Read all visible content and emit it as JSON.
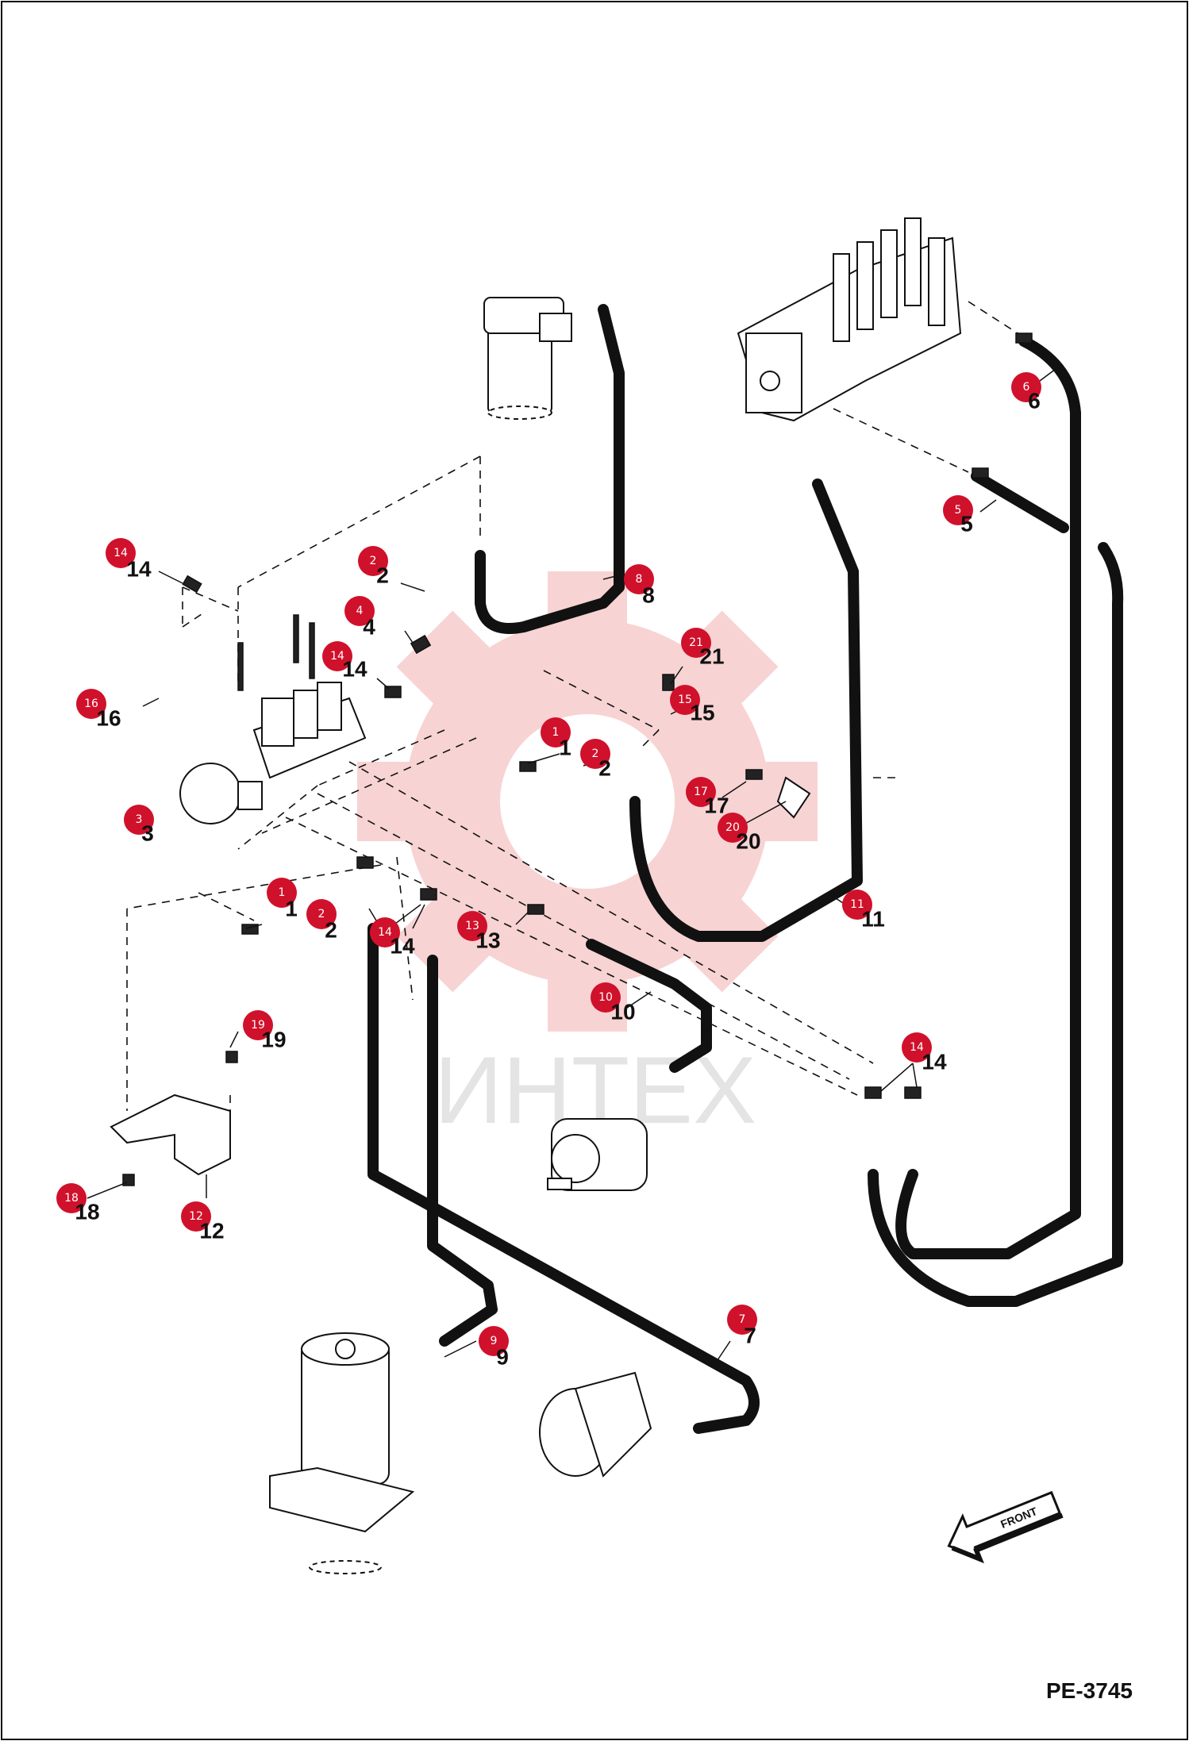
{
  "diagram": {
    "drawing_number": "PE-3745",
    "front_label": "FRONT",
    "watermark": "ИНТЕХ",
    "accent_color": "#d0112b",
    "callouts": [
      {
        "id": "c14a",
        "num": "14",
        "label": "14"
      },
      {
        "id": "c2a",
        "num": "2",
        "label": "2"
      },
      {
        "id": "c4",
        "num": "4",
        "label": "4"
      },
      {
        "id": "c14b",
        "num": "14",
        "label": "14"
      },
      {
        "id": "c16",
        "num": "16",
        "label": "16"
      },
      {
        "id": "c3",
        "num": "3",
        "label": "3"
      },
      {
        "id": "c1a",
        "num": "1",
        "label": "1"
      },
      {
        "id": "c2b",
        "num": "2",
        "label": "2"
      },
      {
        "id": "c1b",
        "num": "1",
        "label": "1"
      },
      {
        "id": "c2c",
        "num": "2",
        "label": "2"
      },
      {
        "id": "c14c",
        "num": "14",
        "label": "14"
      },
      {
        "id": "c13",
        "num": "13",
        "label": "13"
      },
      {
        "id": "c19",
        "num": "19",
        "label": "19"
      },
      {
        "id": "c18",
        "num": "18",
        "label": "18"
      },
      {
        "id": "c12",
        "num": "12",
        "label": "12"
      },
      {
        "id": "c9",
        "num": "9",
        "label": "9"
      },
      {
        "id": "c7",
        "num": "7",
        "label": "7"
      },
      {
        "id": "c8",
        "num": "8",
        "label": "8"
      },
      {
        "id": "c6",
        "num": "6",
        "label": "6"
      },
      {
        "id": "c5",
        "num": "5",
        "label": "5"
      },
      {
        "id": "c21",
        "num": "21",
        "label": "21"
      },
      {
        "id": "c15",
        "num": "15",
        "label": "15"
      },
      {
        "id": "c17",
        "num": "17",
        "label": "17"
      },
      {
        "id": "c20",
        "num": "20",
        "label": "20"
      },
      {
        "id": "c11",
        "num": "11",
        "label": "11"
      },
      {
        "id": "c10",
        "num": "10",
        "label": "10"
      },
      {
        "id": "c14d",
        "num": "14",
        "label": "14"
      }
    ]
  }
}
